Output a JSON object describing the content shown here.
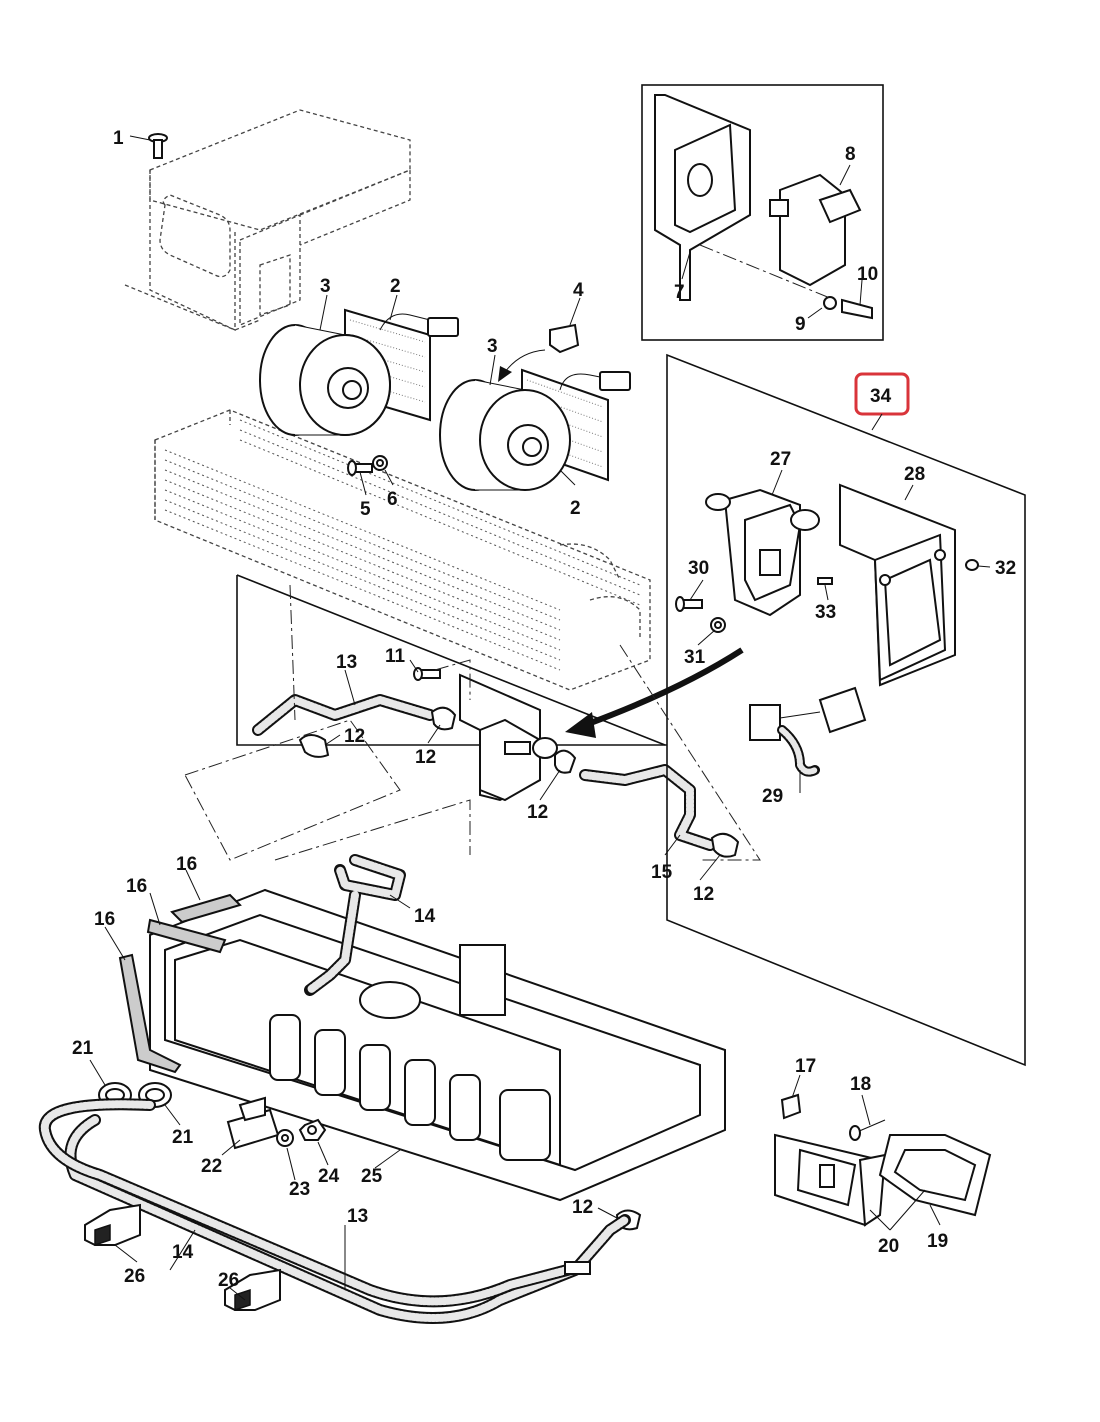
{
  "diagram": {
    "highlight_color": "#d9343a",
    "callouts": [
      {
        "id": "c1",
        "text": "1"
      },
      {
        "id": "c2a",
        "text": "2"
      },
      {
        "id": "c2b",
        "text": "2"
      },
      {
        "id": "c3a",
        "text": "3"
      },
      {
        "id": "c3b",
        "text": "3"
      },
      {
        "id": "c4",
        "text": "4"
      },
      {
        "id": "c5",
        "text": "5"
      },
      {
        "id": "c6",
        "text": "6"
      },
      {
        "id": "c7",
        "text": "7"
      },
      {
        "id": "c8",
        "text": "8"
      },
      {
        "id": "c9",
        "text": "9"
      },
      {
        "id": "c10",
        "text": "10"
      },
      {
        "id": "c11",
        "text": "11"
      },
      {
        "id": "c12a",
        "text": "12"
      },
      {
        "id": "c12b",
        "text": "12"
      },
      {
        "id": "c12c",
        "text": "12"
      },
      {
        "id": "c12d",
        "text": "12"
      },
      {
        "id": "c12e",
        "text": "12"
      },
      {
        "id": "c13a",
        "text": "13"
      },
      {
        "id": "c13b",
        "text": "13"
      },
      {
        "id": "c14a",
        "text": "14"
      },
      {
        "id": "c14b",
        "text": "14"
      },
      {
        "id": "c15",
        "text": "15"
      },
      {
        "id": "c16a",
        "text": "16"
      },
      {
        "id": "c16b",
        "text": "16"
      },
      {
        "id": "c16c",
        "text": "16"
      },
      {
        "id": "c17",
        "text": "17"
      },
      {
        "id": "c18",
        "text": "18"
      },
      {
        "id": "c19",
        "text": "19"
      },
      {
        "id": "c20",
        "text": "20"
      },
      {
        "id": "c21a",
        "text": "21"
      },
      {
        "id": "c21b",
        "text": "21"
      },
      {
        "id": "c22",
        "text": "22"
      },
      {
        "id": "c23",
        "text": "23"
      },
      {
        "id": "c24",
        "text": "24"
      },
      {
        "id": "c25",
        "text": "25"
      },
      {
        "id": "c26a",
        "text": "26"
      },
      {
        "id": "c26b",
        "text": "26"
      },
      {
        "id": "c27",
        "text": "27"
      },
      {
        "id": "c28",
        "text": "28"
      },
      {
        "id": "c29",
        "text": "29"
      },
      {
        "id": "c30",
        "text": "30"
      },
      {
        "id": "c31",
        "text": "31"
      },
      {
        "id": "c32",
        "text": "32"
      },
      {
        "id": "c33",
        "text": "33"
      },
      {
        "id": "c34",
        "text": "34"
      }
    ]
  }
}
